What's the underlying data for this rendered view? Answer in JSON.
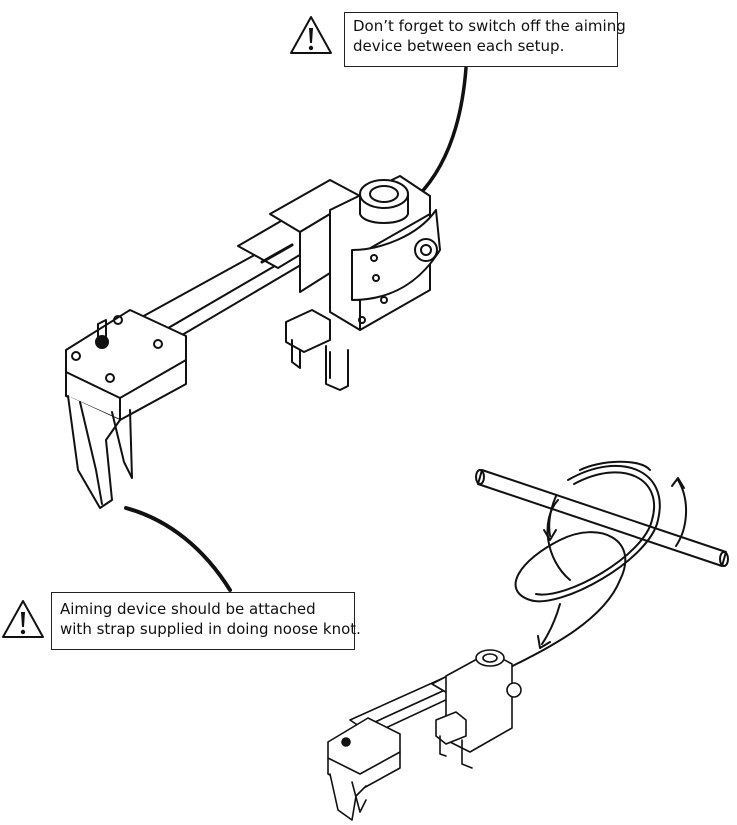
{
  "callouts": {
    "top": {
      "icon": "warning-triangle-icon",
      "line1": "Don’t forget to switch off the aiming",
      "line2": "device between each setup."
    },
    "bottom": {
      "icon": "warning-triangle-icon",
      "line1": "Aiming device should be attached",
      "line2": "with strap supplied in doing noose knot."
    }
  },
  "colors": {
    "ink": "#111111",
    "background": "#ffffff"
  }
}
